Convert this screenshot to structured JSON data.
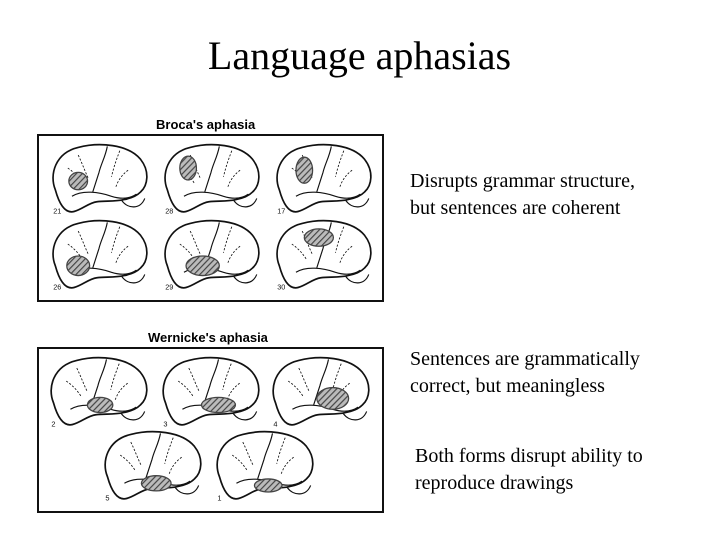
{
  "title": "Language aphasias",
  "figures": [
    {
      "caption": "Broca's aphasia",
      "case_numbers": [
        "21",
        "28",
        "17",
        "26",
        "29",
        "30"
      ]
    },
    {
      "caption": "Wernicke's aphasia",
      "case_numbers": [
        "2",
        "3",
        "4",
        "5",
        "1"
      ]
    }
  ],
  "descriptions": {
    "broca": [
      "Disrupts grammar structure,",
      "but sentences are coherent"
    ],
    "wernicke": [
      "Sentences are grammatically",
      "correct, but meaningless"
    ],
    "both": [
      "Both forms disrupt ability to",
      "reproduce drawings"
    ]
  },
  "colors": {
    "lesion": "#444444",
    "outline": "#111111"
  }
}
